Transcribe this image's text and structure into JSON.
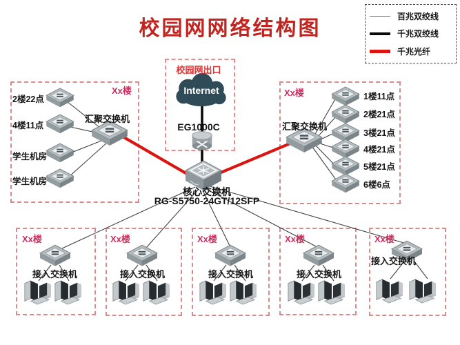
{
  "title": "校园网网络结构图",
  "legend": {
    "items": [
      {
        "label": "百兆双绞线"
      },
      {
        "label": "千兆双绞线"
      },
      {
        "label": "千兆光纤"
      }
    ]
  },
  "exit": {
    "label": "校园网出口",
    "cloud_label": "Internet",
    "router_label": "EG1000C"
  },
  "core": {
    "name_label": "核心交换机",
    "model_label": "RG-S5750-24GT/12SFP"
  },
  "left_building": {
    "label": "Xx楼",
    "aggregation_label": "汇聚交换机",
    "nodes": [
      {
        "label": "2楼22点"
      },
      {
        "label": "4楼11点"
      },
      {
        "label": "学生机房"
      },
      {
        "label": "学生机房"
      }
    ]
  },
  "right_building": {
    "label": "Xx楼",
    "aggregation_label": "汇聚交换机",
    "nodes": [
      {
        "label": "1楼11点"
      },
      {
        "label": "2楼21点"
      },
      {
        "label": "3楼21点"
      },
      {
        "label": "4楼21点"
      },
      {
        "label": "5楼21点"
      },
      {
        "label": "6楼6点"
      }
    ]
  },
  "bottom_buildings": [
    {
      "label": "Xx楼",
      "access_label": "接入交换机"
    },
    {
      "label": "Xx楼",
      "access_label": "接入交换机"
    },
    {
      "label": "Xx楼",
      "access_label": "接入交换机"
    },
    {
      "label": "Xx楼",
      "access_label": "接入交换机"
    },
    {
      "label": "Xx楼",
      "access_label": "接入交换机"
    }
  ],
  "colors": {
    "title_red": "#c4241f",
    "fiber_red": "#dc1411",
    "building_label_pink": "#cc2f5e",
    "cloud_dark": "#2e4b57",
    "thick_line_black": "#0a0a0a",
    "thin_line_gray": "#3f3f3f"
  }
}
